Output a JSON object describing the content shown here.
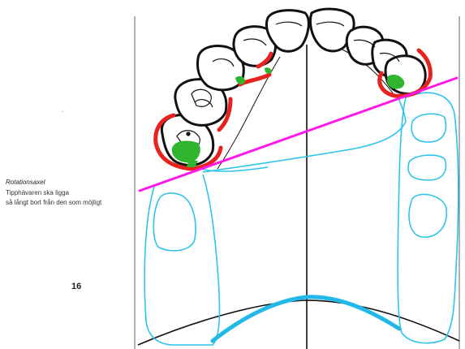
{
  "labels": {
    "axis_title": "Rotationsaxel",
    "note_line1": "Tipphävaren ska ligga",
    "note_line2": "så långt bort från den som möjligt",
    "page_number": "16",
    "stray_mark": "."
  },
  "colors": {
    "line_black": "#111111",
    "cast_outline": "#2ec4ea",
    "clasp_red": "#e8221e",
    "rest_green": "#2fb52f",
    "rotation_axis_magenta": "#ff19e8",
    "denture_base_blue": "#22b8e8"
  }
}
